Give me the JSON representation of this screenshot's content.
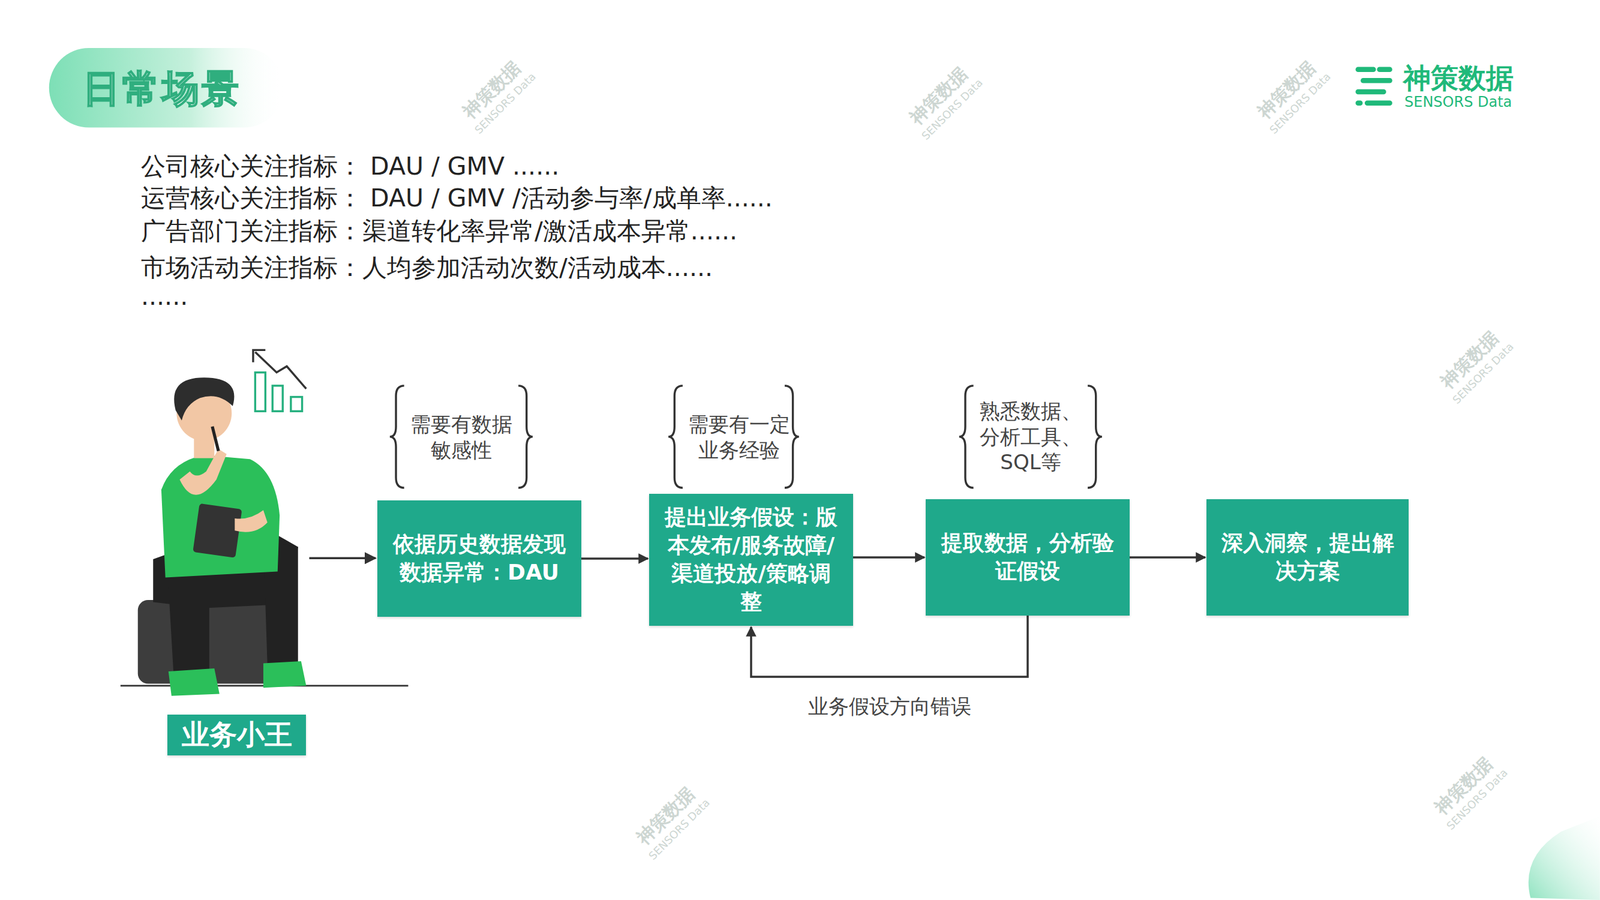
{
  "diagram": {
    "title": "日常场景",
    "nodes": [
      {
        "text": [
          "业务小王"
        ]
      },
      {
        "text": [
          "依据历史数据发现数据异常：DAU"
        ]
      },
      {
        "text": [
          "提出业务假设：版本发布/服务故障/渠道投放/策略调整"
        ]
      },
      {
        "text": [
          "提取数据，分析验证假设"
        ]
      },
      {
        "text": [
          "深入洞察，提出解决方案"
        ]
      }
    ],
    "edges": [
      {
        "from": 1,
        "to": 2,
        "arrow": "to"
      },
      {
        "from": 2,
        "to": 3,
        "arrow": "to"
      },
      {
        "from": 3,
        "to": 4,
        "arrow": "to"
      },
      {
        "from": 3,
        "to": 2,
        "arrow": "to",
        "label": "业务假设方向错误"
      }
    ],
    "labels": [
      "公司核心关注指标： DAU / GMV ......",
      "运营核心关注指标： DAU / GMV /活动参与率/成单率......",
      "广告部门关注指标：渠道转化率异常/激活成本异常......",
      "市场活动关注指标：人均参加活动次数/活动成本......",
      "......",
      "需要有数据敏感性",
      "需要有一定业务经验",
      "熟悉数据、分析工具、SQL等",
      "神策数据",
      "SENSORS Data",
      "神策数据",
      "SENSORS Data",
      "神策数据",
      "SENSORS Data",
      "神策数据",
      "SENSORS Data",
      "神策数据",
      "SENSORS Data",
      "神策数据",
      "SENSORS Data",
      "神策数据",
      "SENSORS Data"
    ]
  }
}
